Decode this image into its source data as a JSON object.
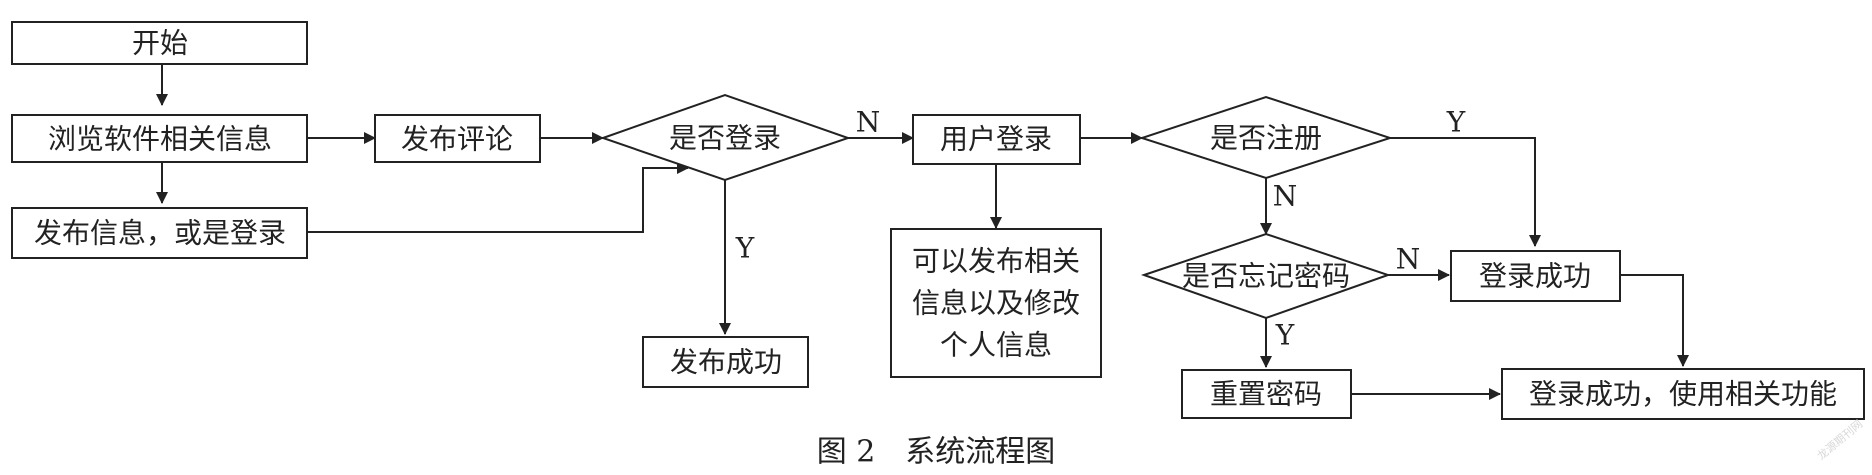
{
  "nodes": {
    "start": "开始",
    "browse": "浏览软件相关信息",
    "publish_comment": "发布评论",
    "publish_or_login": "发布信息，或是登录",
    "is_logged_in": "是否登录",
    "publish_success": "发布成功",
    "user_login": "用户登录",
    "can_publish": [
      "可以发布相关",
      "信息以及修改",
      "个人信息"
    ],
    "is_registered": "是否注册",
    "forgot_password": "是否忘记密码",
    "login_success": "登录成功",
    "reset_password": "重置密码",
    "login_success_use": "登录成功，使用相关功能"
  },
  "edge_labels": {
    "login_no": "N",
    "login_yes": "Y",
    "register_yes": "Y",
    "register_no": "N",
    "forgot_no": "N",
    "forgot_yes": "Y"
  },
  "caption": "图 2　系统流程图",
  "watermark": "龙源期刊网"
}
